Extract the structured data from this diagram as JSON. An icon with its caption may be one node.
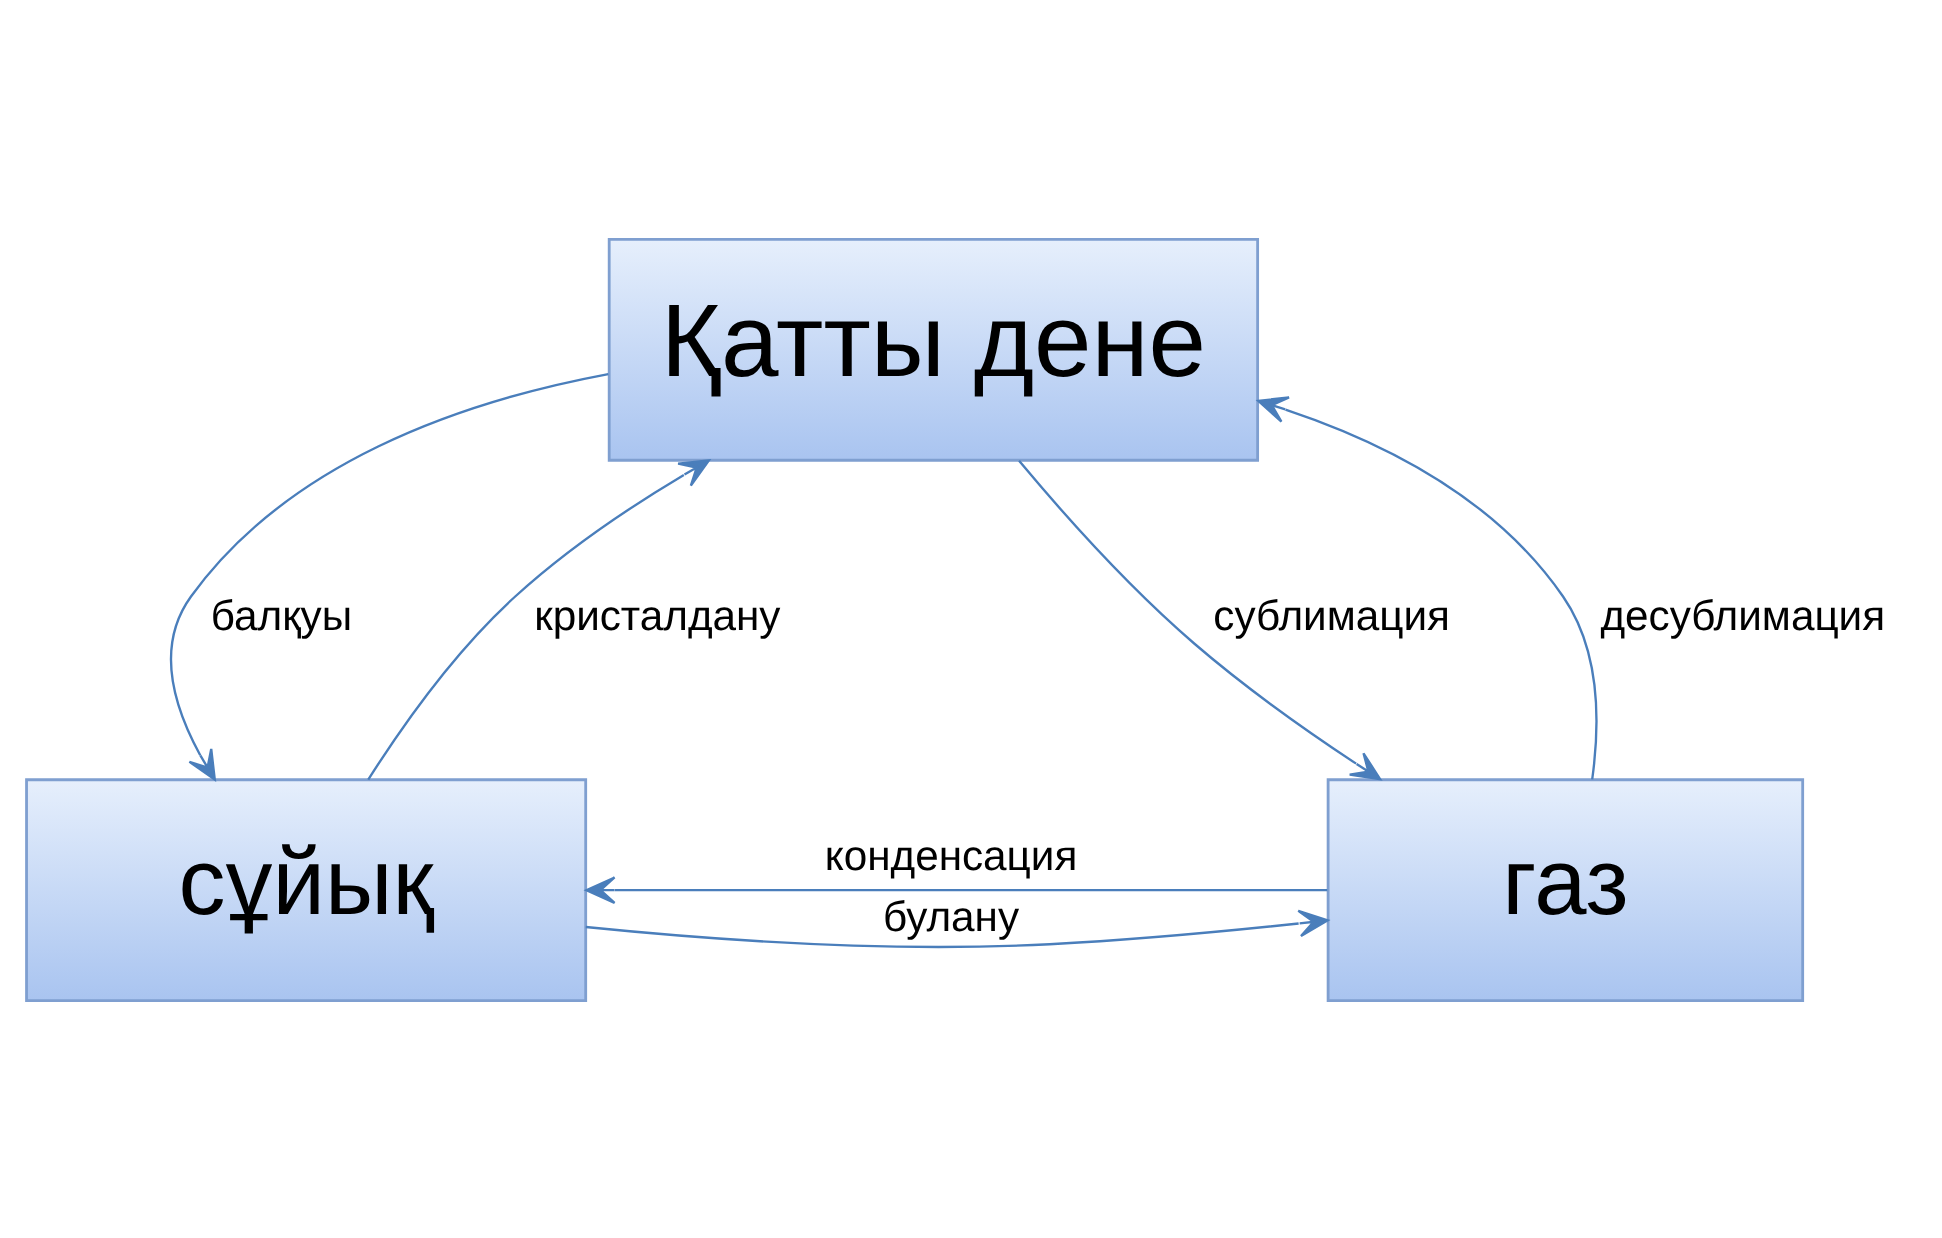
{
  "diagram": {
    "nodes": [
      {
        "text": [
          "Қатты дене"
        ]
      },
      {
        "text": [
          "сұйық"
        ]
      },
      {
        "text": [
          "газ"
        ]
      }
    ],
    "edges": [
      {
        "from": 1,
        "to": 0,
        "arrow": "to",
        "label": "кристалдану"
      },
      {
        "from": 0,
        "to": 1,
        "arrow": "to",
        "label": "балқуы"
      },
      {
        "from": 0,
        "to": 2,
        "arrow": "to",
        "label": "сублимация"
      },
      {
        "from": 2,
        "to": 0,
        "arrow": "to",
        "label": "десублимация"
      },
      {
        "from": 1,
        "to": 2,
        "arrow": "to",
        "label": "булану"
      },
      {
        "from": 2,
        "to": 1,
        "arrow": "to",
        "label": "конденсация"
      }
    ]
  }
}
